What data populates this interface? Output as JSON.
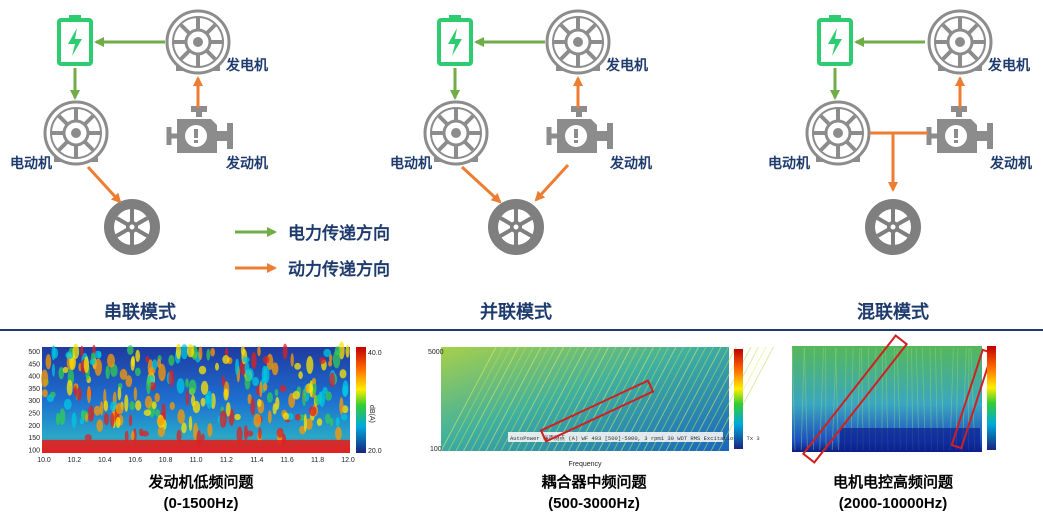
{
  "colors": {
    "electric_arrow": "#70ad47",
    "power_arrow": "#ed7d31",
    "battery": "#2ecc71",
    "machine": "#8c8c8c",
    "wheel": "#7f7f7f",
    "label": "#1f3b6e",
    "separator": "#1f3b6e"
  },
  "icons": [
    "battery-icon",
    "generator-icon",
    "engine-icon",
    "motor-icon",
    "wheel-icon"
  ],
  "labels": {
    "generator": "发电机",
    "engine": "发动机",
    "motor": "电动机"
  },
  "legend": {
    "electric": "电力传递方向",
    "power": "动力传递方向"
  },
  "modes": {
    "series": "串联模式",
    "parallel": "并联模式",
    "hybrid": "混联模式"
  },
  "spectrograms": [
    {
      "title": "发动机低频问题",
      "range": "(0-1500Hz)",
      "x_ticks": [
        "10.0",
        "10.2",
        "10.4",
        "10.6",
        "10.8",
        "11.0",
        "11.2",
        "11.4",
        "11.6",
        "11.8",
        "12.0"
      ],
      "y_ticks": [
        "500",
        "450",
        "400",
        "350",
        "300",
        "250",
        "200",
        "150",
        "100"
      ],
      "colorbar_ticks": [
        "40.0",
        "20.0"
      ],
      "colorbar_label": "dB(A)"
    },
    {
      "title": "耦合器中频问题",
      "range": "(500-3000Hz)",
      "x_label": "Frequency",
      "y_ticks": [
        "5000",
        "100"
      ],
      "caption_strip": "AutoPower 噪声测点 (A) WF 403 [500]-5000, 3 rpm1 30 WDT RMS Excitation 2 Tx 3"
    },
    {
      "title": "电机电控高频问题",
      "range": "(2000-10000Hz)"
    }
  ]
}
